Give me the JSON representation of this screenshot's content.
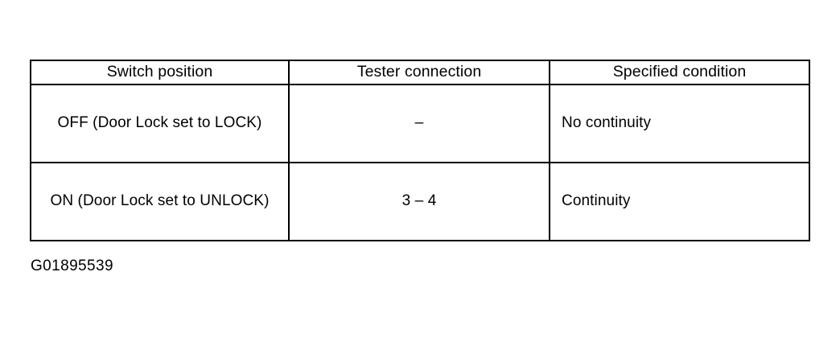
{
  "figure": {
    "id_label": "G01895539"
  },
  "table": {
    "columns": [
      {
        "header": "Switch position",
        "align": "center"
      },
      {
        "header": "Tester connection",
        "align": "center"
      },
      {
        "header": "Specified  condition",
        "align": "left"
      }
    ],
    "rows": [
      {
        "switch_position": "OFF (Door Lock set to LOCK)",
        "tester_connection": "–",
        "specified_condition": "No continuity"
      },
      {
        "switch_position": "ON (Door Lock set to UNLOCK)",
        "tester_connection": "3 – 4",
        "specified_condition": "Continuity"
      }
    ]
  },
  "colors": {
    "ink": "#000000",
    "paper": "#ffffff"
  }
}
